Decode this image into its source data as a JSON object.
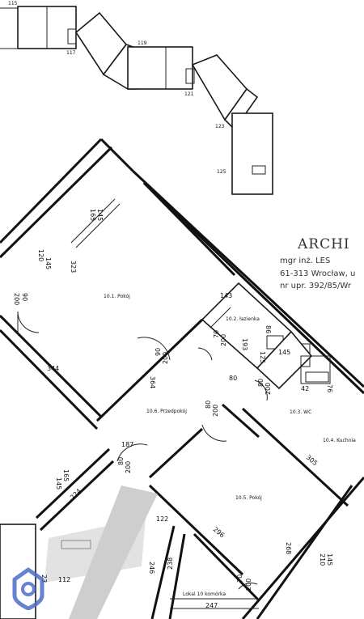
{
  "staircase_numbers": [
    "115",
    "117",
    "119",
    "121",
    "123",
    "125"
  ],
  "rooms": {
    "pokoj_1": "10.1. Pokój",
    "lazienka": "10.2. łazienka",
    "wc": "10.3. WC",
    "kuchnia": "10.4. Kuchnia",
    "pokoj_5": "10.5. Pokój",
    "przedpokoj": "10.6. Przedpokój",
    "lokal": "Lokal 10 komórka"
  },
  "dimensions": {
    "d165a": "165",
    "d145a": "145",
    "d120": "120",
    "d145b": "145",
    "d323": "323",
    "d90a": "90",
    "d200a": "200",
    "d344": "344",
    "d143": "143",
    "d86": "86",
    "d70": "70",
    "d200b": "200",
    "d193": "193",
    "d125": "125",
    "d145c": "145",
    "d90b": "90",
    "d200c": "200",
    "d364": "364",
    "d80a": "80",
    "d200d": "200",
    "d80b": "80",
    "d80c": "80",
    "d200e": "200",
    "d76": "76",
    "d42": "42",
    "d187": "187",
    "d80d": "80",
    "d200f": "200",
    "d165b": "165",
    "d145d": "145",
    "d224": "224",
    "d305": "305",
    "d122": "122",
    "d246": "246",
    "d238": "238",
    "d296": "296",
    "d268": "268",
    "d210": "210",
    "d145e": "145",
    "d112": "112",
    "d70b": "70",
    "d200g": "200",
    "d247": "247",
    "d23": "23"
  },
  "stamp": {
    "title": "ARCHI",
    "line1": "mgr inż. LES",
    "line2": "61-313 Wrocław, u",
    "line3": "nr upr. 392/85/Wr"
  },
  "logo_icon": "house-location-icon"
}
